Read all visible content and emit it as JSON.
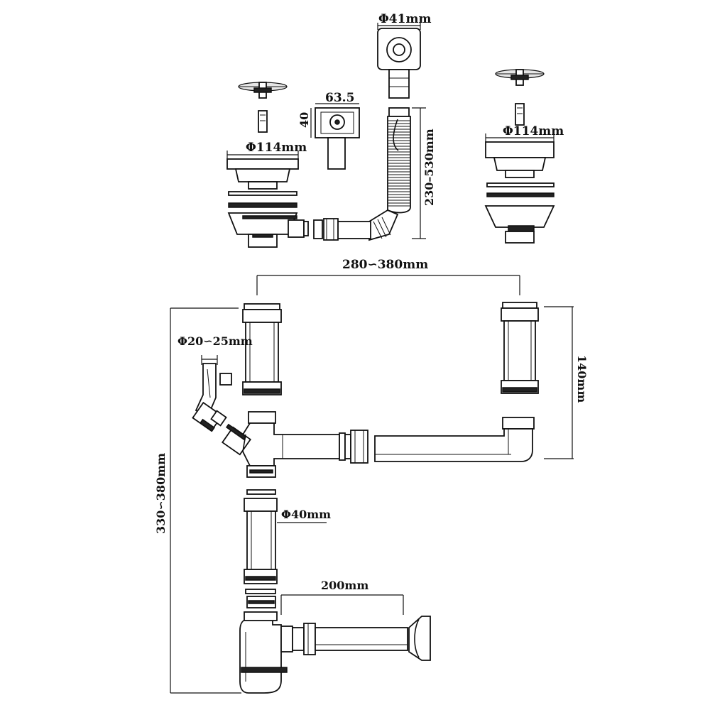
{
  "labels": {
    "overflow_dia": "Φ41mm",
    "basket_dia_left": "Φ114mm",
    "basket_dia_right": "Φ114mm",
    "plate_width": "63.5",
    "plate_height": "40",
    "hose_length": "230–530mm",
    "bowl_spacing": "280∽380mm",
    "right_drop": "140mm",
    "appliance_inlet": "Φ20∽25mm",
    "tail_dia": "Φ40mm",
    "total_height": "330∽380mm",
    "outlet_length": "200mm"
  }
}
